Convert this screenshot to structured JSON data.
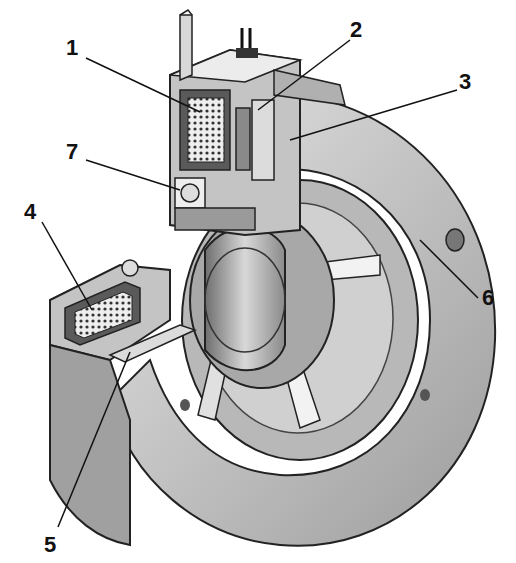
{
  "diagram": {
    "labels": [
      "1",
      "2",
      "3",
      "7",
      "4",
      "6",
      "5"
    ]
  }
}
